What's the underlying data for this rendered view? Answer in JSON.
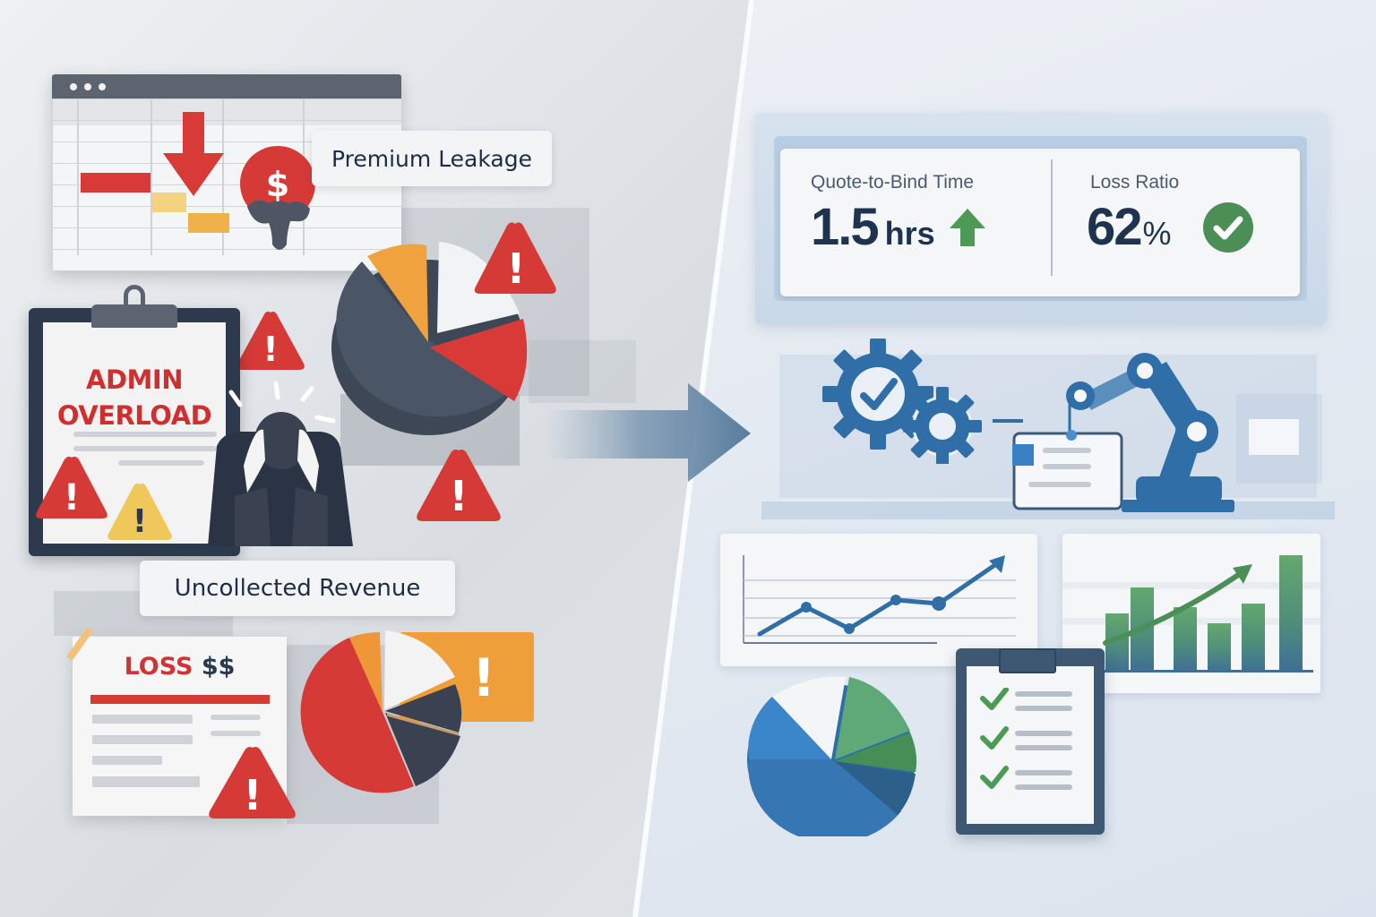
{
  "left_panel": {
    "theme": "problems",
    "spreadsheet": {
      "window_dots": 3,
      "icons": [
        "down-arrow-icon",
        "dollar-leak-icon"
      ]
    },
    "callouts": {
      "premium_leakage": "Premium Leakage",
      "uncollected_revenue": "Uncollected Revenue"
    },
    "clipboard": {
      "line1": "ADMIN",
      "line2": "OVERLOAD"
    },
    "loss_doc": {
      "title_word": "LOSS",
      "title_symbol": "$$"
    },
    "warning_icon_glyph": "!",
    "dollar_glyph": "$"
  },
  "transition_arrow": {
    "icon": "right-arrow-icon"
  },
  "right_panel": {
    "theme": "solutions",
    "kpis": [
      {
        "label": "Quote-to-Bind Time",
        "value": "1.5",
        "unit": "hrs",
        "indicator": "up-arrow-icon",
        "indicator_color": "#4c9a55"
      },
      {
        "label": "Loss Ratio",
        "value": "62",
        "unit": "%",
        "indicator": "check-circle-icon",
        "indicator_color": "#4c9a55"
      }
    ],
    "automation": {
      "icons": [
        "gear-check-icon",
        "gear-icon",
        "robot-arm-icon",
        "document-icon"
      ]
    },
    "checklist": {
      "items": 3,
      "check_color": "#4c9a55"
    }
  },
  "colors": {
    "alert_red": "#d63a37",
    "warning_yellow": "#f0c75a",
    "orange": "#ef9f3a",
    "navy": "#1d3350",
    "slate": "#4a5566",
    "brand_blue": "#2f6ea6",
    "success_green": "#4c9a55"
  },
  "chart_data": [
    {
      "type": "pie",
      "title": "",
      "note": "Left upper pie (problem state)",
      "categories": [
        "dark slate",
        "orange",
        "white",
        "red"
      ],
      "values": [
        58,
        12,
        13,
        17
      ]
    },
    {
      "type": "pie",
      "title": "",
      "note": "Left lower pie (problem state)",
      "categories": [
        "red",
        "orange",
        "white",
        "dark slate"
      ],
      "values": [
        50,
        7,
        20,
        23
      ]
    },
    {
      "type": "line",
      "title": "",
      "note": "Right upper-left line chart trending up",
      "x": [
        1,
        2,
        3,
        4,
        5,
        6
      ],
      "values": [
        1,
        3,
        1.3,
        4,
        3.7,
        7
      ],
      "grid": true
    },
    {
      "type": "bar",
      "title": "",
      "note": "Right bar chart with upward trend arrow",
      "categories": [
        "1",
        "2",
        "3",
        "4",
        "5",
        "6"
      ],
      "values": [
        48,
        70,
        54,
        40,
        56,
        100
      ],
      "grid": true
    },
    {
      "type": "pie",
      "title": "",
      "note": "Right lower pie (improved state)",
      "categories": [
        "blue",
        "white",
        "green",
        "dark green",
        "dark blue"
      ],
      "values": [
        47,
        13,
        15,
        10,
        15
      ]
    }
  ]
}
